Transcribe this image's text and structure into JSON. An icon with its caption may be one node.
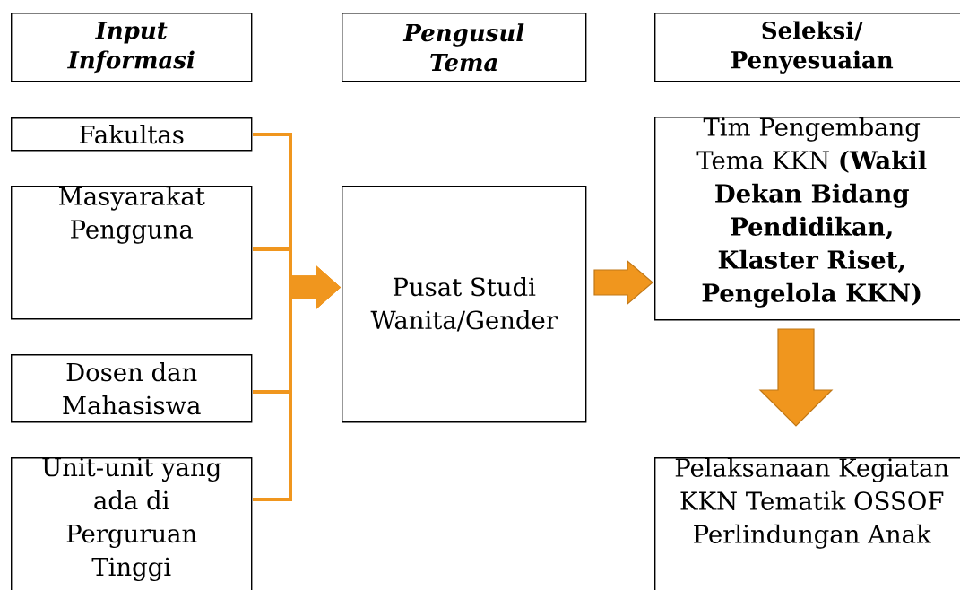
{
  "diagram": {
    "nodes": [
      {
        "text": [
          "Input Informasi"
        ]
      },
      {
        "text": [
          "Pengusul Tema"
        ]
      },
      {
        "text": [
          "Seleksi/ Penyesuaian"
        ]
      },
      {
        "text": [
          "Fakultas"
        ]
      },
      {
        "text": [
          "Masyarakat Pengguna"
        ]
      },
      {
        "text": [
          "Dosen dan Mahasiswa"
        ]
      },
      {
        "text": [
          "Unit-unit yang ada di Perguruan Tinggi"
        ]
      },
      {
        "text": [
          "Pusat Studi Wanita/Gender"
        ]
      },
      {
        "text": [
          "Tim Pengembang Tema KKN **(Wakil Dekan Bidang Pendidikan, Klaster Riset, Pengelola KKN)**"
        ]
      },
      {
        "text": [
          "Pelaksanaan Kegiatan KKN Tematik OSSOF Perlindungan Anak"
        ]
      }
    ],
    "edges": [
      {
        "from": 3,
        "to": 7,
        "arrow": "to"
      },
      {
        "from": 4,
        "to": 7,
        "arrow": "to"
      },
      {
        "from": 5,
        "to": 7,
        "arrow": "to"
      },
      {
        "from": 6,
        "to": 7,
        "arrow": "to"
      },
      {
        "from": 7,
        "to": 8,
        "arrow": "to"
      },
      {
        "from": 8,
        "to": 9,
        "arrow": "to"
      }
    ]
  }
}
